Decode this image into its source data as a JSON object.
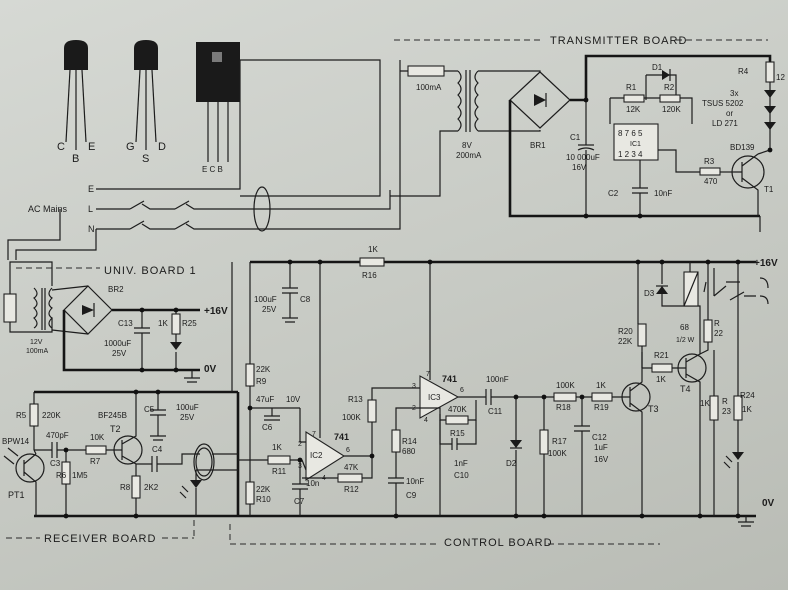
{
  "sections": {
    "transmitter": "TRANSMITTER BOARD",
    "univ": "UNIV. BOARD 1",
    "receiver": "RECEIVER BOARD",
    "control": "CONTROL BOARD"
  },
  "packages": {
    "bjt_pins": [
      "C",
      "E"
    ],
    "bjt_under": "B",
    "fet_pins": [
      "G",
      "D"
    ],
    "fet_under": "S",
    "power_pins": "E C B"
  },
  "mains": {
    "label": "AC Mains",
    "lines": [
      "E",
      "L",
      "N"
    ]
  },
  "transmitter": {
    "fuse": "100mA",
    "xfmr": [
      "8V",
      "200mA"
    ],
    "bridge": "BR1",
    "c1": [
      "C1",
      "10 000uF",
      "16V"
    ],
    "d1": "D1",
    "r1": [
      "R1",
      "12K"
    ],
    "r2": [
      "R2",
      "120K"
    ],
    "ic1": "IC1",
    "ic1_pins_top": "8 7 6 5",
    "ic1_pins_bottom": "1 2 3 4",
    "c2": [
      "C2",
      "10nF"
    ],
    "r3": [
      "R3",
      "470"
    ],
    "r4": [
      "R4",
      "12"
    ],
    "leds": [
      "3x",
      "TSUS 5202",
      "or",
      "LD 271"
    ],
    "t1": [
      "BD139",
      "T1"
    ]
  },
  "univ_board": {
    "bridge": "BR2",
    "xfmr": [
      "12V",
      "100mA"
    ],
    "c13": [
      "C13",
      "1000uF",
      "25V"
    ],
    "r25": [
      "1K",
      "R25"
    ],
    "plus": "+16V",
    "zero": "0V"
  },
  "receiver": {
    "r5": [
      "R5",
      "220K"
    ],
    "t2": [
      "BF245B",
      "T2"
    ],
    "c5": [
      "C5",
      "100uF",
      "25V"
    ],
    "bpw": "BPW14",
    "c3": [
      "470pF",
      "C3"
    ],
    "r7": [
      "10K",
      "R7"
    ],
    "c4": "C4",
    "r6": [
      "R6",
      "1M5"
    ],
    "r8": [
      "R8",
      "2K2"
    ],
    "pt1": "PT1"
  },
  "control": {
    "r16": [
      "1K",
      "R16"
    ],
    "plus": "+16V",
    "zero": "0V",
    "c8": [
      "100uF",
      "25V",
      "C8"
    ],
    "r9": [
      "22K",
      "R9"
    ],
    "c6": [
      "47uF",
      "10V",
      "C6"
    ],
    "r10": [
      "22K",
      "R10"
    ],
    "r11": [
      "1K",
      "R11"
    ],
    "c7": [
      "10n",
      "C7"
    ],
    "ic2": [
      "741",
      "IC2"
    ],
    "r12": [
      "47K",
      "R12"
    ],
    "r13": [
      "R13",
      "100K"
    ],
    "ic3": [
      "741",
      "IC3"
    ],
    "r14": [
      "R14",
      "680"
    ],
    "c9": [
      "10nF",
      "C9"
    ],
    "r15": [
      "470K",
      "R15"
    ],
    "c10": [
      "1nF",
      "C10"
    ],
    "c11": [
      "100nF",
      "C11"
    ],
    "r18": [
      "100K",
      "R18"
    ],
    "r19": [
      "1K",
      "R19"
    ],
    "r17": [
      "R17",
      "100K"
    ],
    "c12": [
      "C12",
      "1uF",
      "16V"
    ],
    "d2": "D2",
    "t3": "T3",
    "r20": [
      "R20",
      "22K"
    ],
    "r21": [
      "R21",
      "1K"
    ],
    "t4": "T4",
    "d3": "D3",
    "r22": [
      "68",
      "1/2 W",
      "R",
      "22"
    ],
    "r23": [
      "1K",
      "R",
      "23"
    ],
    "r24": [
      "R24",
      "1K"
    ],
    "pins": [
      "7",
      "2",
      "3",
      "4",
      "6",
      "7",
      "2",
      "3",
      "4",
      "6"
    ]
  }
}
